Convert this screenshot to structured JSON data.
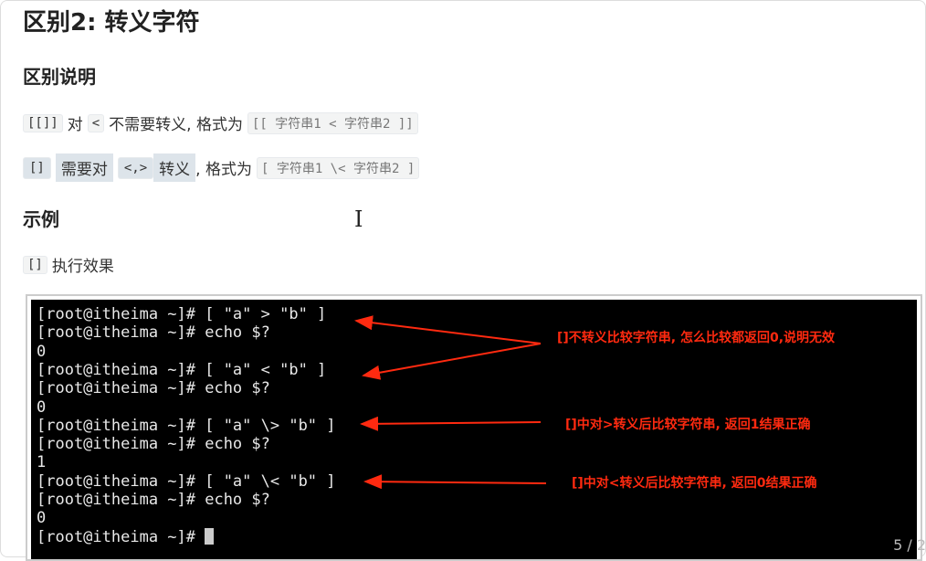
{
  "title": "区别2: 转义字符",
  "section1": {
    "heading": "区别说明",
    "line1": {
      "code1": "[[]]",
      "t1": "对",
      "code2": "<",
      "t2": "不需要转义, 格式为",
      "code3": "[[ 字符串1 < 字符串2 ]]"
    },
    "line2": {
      "code1": "[]",
      "t1": "需要对",
      "code2": "<,>",
      "t2": "转义",
      "t3": ", 格式为",
      "code3": "[ 字符串1 \\< 字符串2 ]"
    }
  },
  "section2": {
    "heading": "示例",
    "caption_code": "[]",
    "caption_text": "执行效果"
  },
  "terminal": {
    "lines": [
      "[root@itheima ~]# [ \"a\" > \"b\" ]",
      "[root@itheima ~]# echo $?",
      "0",
      "[root@itheima ~]# [ \"a\" < \"b\" ]",
      "[root@itheima ~]# echo $?",
      "0",
      "[root@itheima ~]# [ \"a\" \\> \"b\" ]",
      "[root@itheima ~]# echo $?",
      "1",
      "[root@itheima ~]# [ \"a\" \\< \"b\" ]",
      "[root@itheima ~]# echo $?",
      "0",
      "[root@itheima ~]# "
    ],
    "annotations": [
      "[]不转义比较字符串, 怎么比较都返回0,说明无效",
      "[]中对>转义后比较字符串, 返回1结果正确",
      "[]中对<转义后比较字符串, 返回0结果正确"
    ],
    "annotation_color": "#ff2a10"
  },
  "pager": "5 / 2"
}
